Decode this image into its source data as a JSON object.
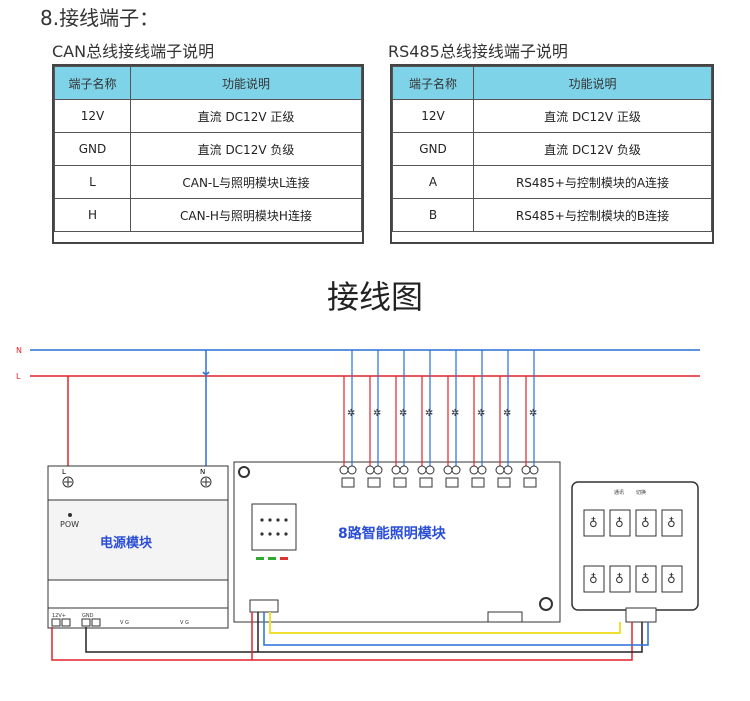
{
  "section_title": "8.接线端子：",
  "can_table": {
    "title": "CAN总线接线端子说明",
    "headers": [
      "端子名称",
      "功能说明"
    ],
    "rows": [
      [
        "12V",
        "直流 DC12V 正级"
      ],
      [
        "GND",
        "直流 DC12V 负级"
      ],
      [
        "L",
        "CAN-L与照明模块L连接"
      ],
      [
        "H",
        "CAN-H与照明模块H连接"
      ]
    ]
  },
  "rs485_table": {
    "title": "RS485总线接线端子说明",
    "headers": [
      "端子名称",
      "功能说明"
    ],
    "rows": [
      [
        "12V",
        "直流 DC12V 正级"
      ],
      [
        "GND",
        "直流 DC12V 负级"
      ],
      [
        "A",
        "RS485+与控制模块的A连接"
      ],
      [
        "B",
        "RS485+与控制模块的B连接"
      ]
    ]
  },
  "diagram": {
    "title": "接线图",
    "line_n": "N",
    "line_l": "L",
    "power_module": {
      "label": "电源模块",
      "pow": "POW",
      "term_l": "L",
      "term_n": "N",
      "bottom_labels": [
        "12V+",
        "GND",
        "V G",
        "V G"
      ]
    },
    "lighting_module": {
      "label": "8路智能照明模块"
    },
    "panel": {
      "top_labels": [
        "通讯",
        "切换"
      ]
    },
    "colors": {
      "neutral": "#2a6fd6",
      "live": "#e0242a",
      "bus_yellow": "#f0e030",
      "bus_blue": "#2a6fd6",
      "black": "#222222",
      "label_blue": "#2a4fd6"
    }
  }
}
